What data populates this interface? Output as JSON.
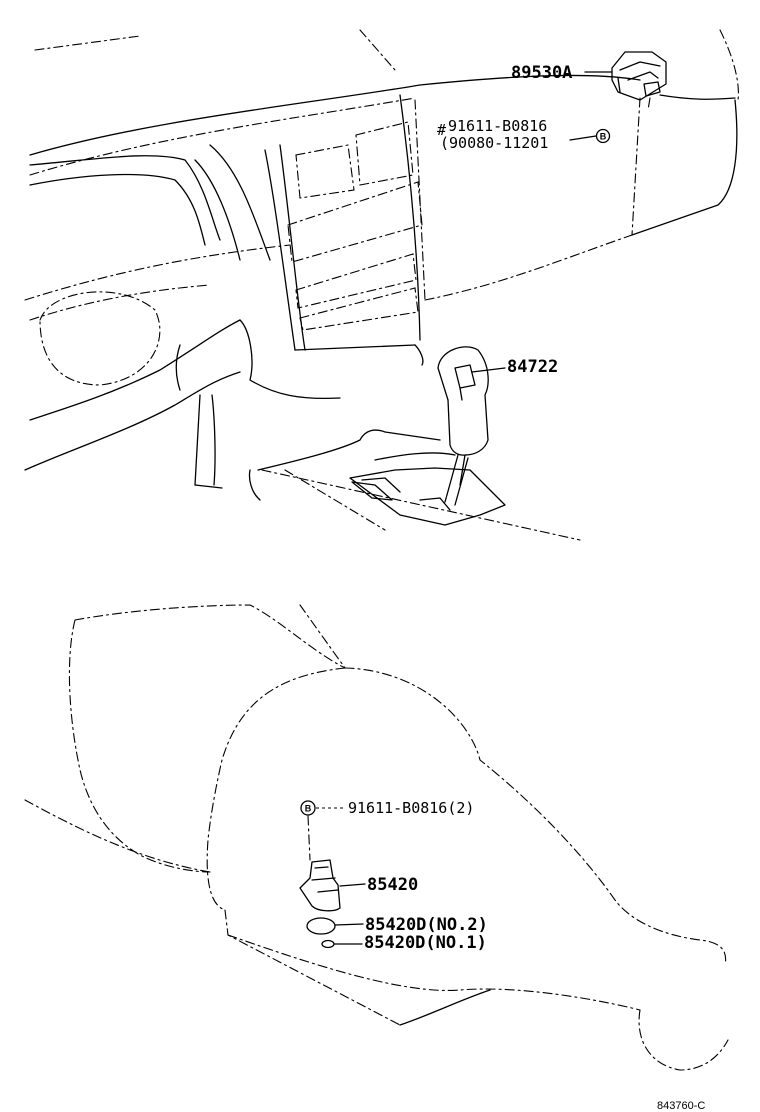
{
  "parts": {
    "p89530A": "89530A",
    "p91611_top": "91611-B0816",
    "p90080": "(90080-11201",
    "hash_mark": "#",
    "p84722": "84722",
    "p91611_bottom": "91611-B0816(2)",
    "p85420": "85420",
    "p85420D_no2": "85420D(NO.2)",
    "p85420D_no1": "85420D(NO.1)"
  },
  "bolt_marker": "B",
  "drawing_code": "843760-C"
}
